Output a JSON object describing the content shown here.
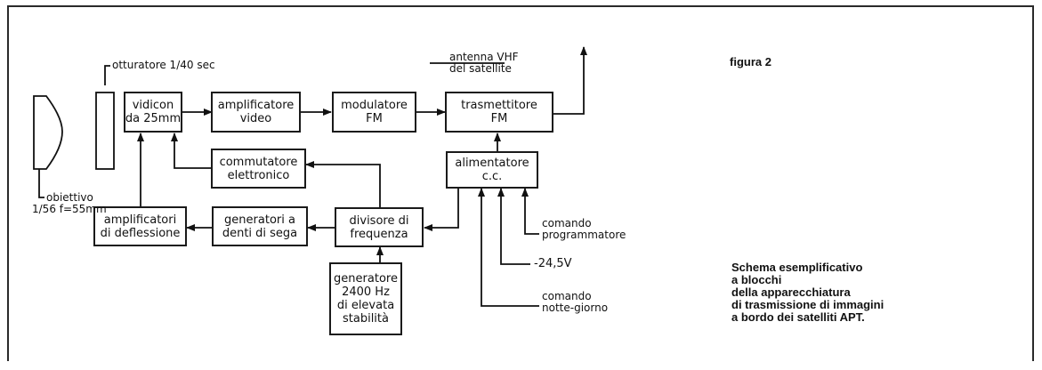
{
  "figure_label": "figura 2",
  "caption": [
    "Schema esemplificativo",
    "a blocchi",
    "della apparecchiatura",
    "di trasmissione di immagini",
    "a bordo dei satelliti APT."
  ],
  "blocks": {
    "vidicon": [
      "vidicon",
      "da 25mm"
    ],
    "amplificatore_video": [
      "amplificatore",
      "video"
    ],
    "modulatore": [
      "modulatore",
      "FM"
    ],
    "trasmettitore": [
      "trasmettitore",
      "FM"
    ],
    "commutatore": [
      "commutatore",
      "elettronico"
    ],
    "alimentatore": [
      "alimentatore",
      "c.c."
    ],
    "amplificatori_deflessione": [
      "amplificatori",
      "di deflessione"
    ],
    "generatori_denti": [
      "generatori a",
      "denti di sega"
    ],
    "divisore": [
      "divisore di",
      "frequenza"
    ],
    "generatore_2400": [
      "generatore",
      "2400 Hz",
      "di elevata",
      "stabilità"
    ]
  },
  "labels": {
    "otturatore": "otturatore 1/40 sec",
    "obiettivo": [
      "obiettivo",
      "1/56  f=55mm"
    ],
    "antenna": [
      "antenna VHF",
      "del satellite"
    ],
    "comando_programmatore": [
      "comando",
      "programmatore"
    ],
    "tensione": "-24,5V",
    "comando_notte": [
      "comando",
      "notte-giorno"
    ]
  }
}
